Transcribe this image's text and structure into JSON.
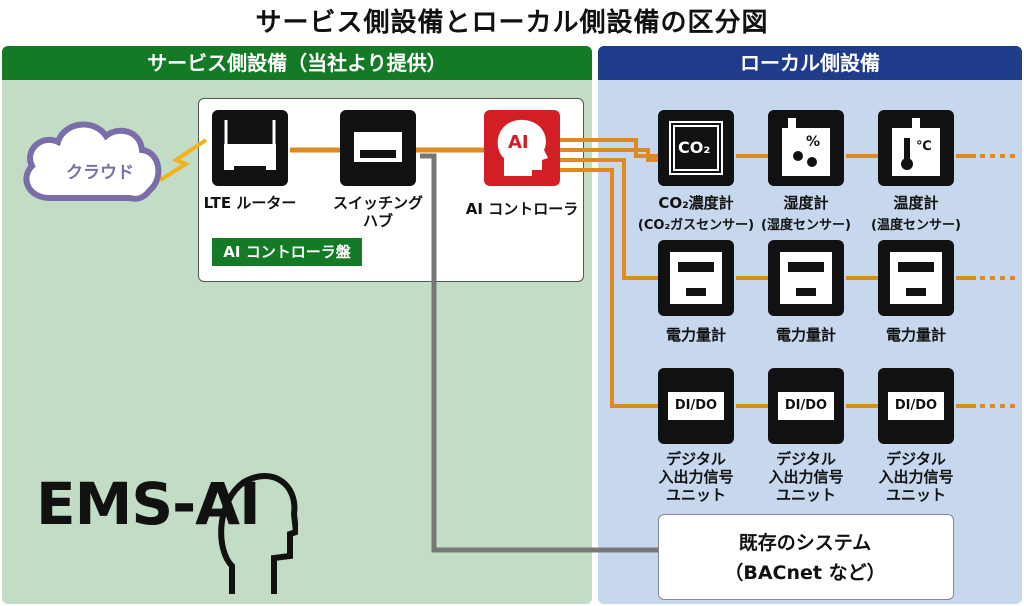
{
  "title": "サービス側設備とローカル側設備の区分図",
  "service_panel": {
    "header": "サービス側設備（当社より提供）"
  },
  "local_panel": {
    "header": "ローカル側設備"
  },
  "cloud": {
    "label": "クラウド"
  },
  "ai_panel": {
    "label": "AI コントローラ盤"
  },
  "devices": {
    "lte_router": "LTE ルーター",
    "switch_hub_1": "スイッチング",
    "switch_hub_2": "ハブ",
    "ai_controller": "AI コントローラ",
    "ai_icon_text": "AI"
  },
  "sensors": {
    "co2_icon": "CO₂",
    "co2_label": "CO₂濃度計",
    "co2_sub": "(CO₂ガスセンサー)",
    "humidity_label": "湿度計",
    "humidity_sub": "(湿度センサー)",
    "temp_label": "温度計",
    "temp_sub": "(温度センサー)"
  },
  "meters": {
    "label": "電力量計"
  },
  "dido": {
    "icon_text": "DI/DO",
    "label_1": "デジタル",
    "label_2": "入出力信号",
    "label_3": "ユニット"
  },
  "existing": {
    "line1": "既存のシステム",
    "line2": "（BACnet など）"
  },
  "logo": "EMS-AI",
  "colors": {
    "service_green": "#157a25",
    "local_blue": "#1f3c8a",
    "service_bg": "#c3dcc6",
    "local_bg": "#c6d7ee",
    "link_orange": "#e0891f",
    "ai_red": "#d21f26",
    "cloud_purple": "#7a6da8"
  }
}
